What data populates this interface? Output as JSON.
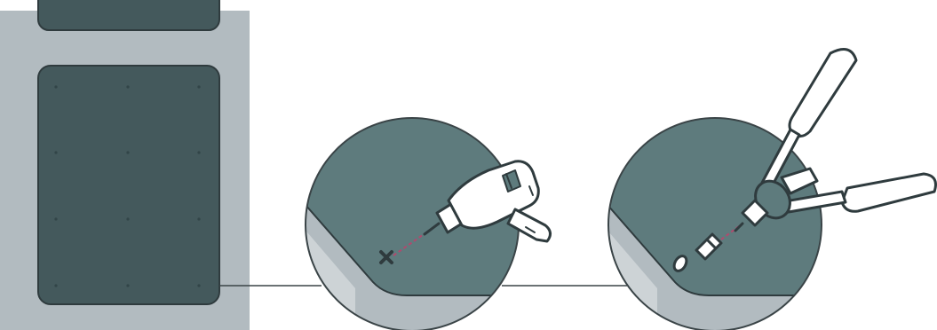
{
  "diagram": {
    "description_text": "",
    "colors": {
      "background": "#ffffff",
      "wall": "#b2bbc0",
      "panel_dark": "#44595c",
      "panel_light": "#5e7b7d",
      "outline": "#2f3b3e",
      "dots": "#324548",
      "marker_line": "#b04a6e",
      "tool_fill": "#ffffff",
      "tool_accent": "#5e7b7d"
    },
    "steps": [
      {
        "id": "panel-overview",
        "icon": "panel-with-mounting-holes-icon"
      },
      {
        "id": "step-drill",
        "icon": "power-drill-icon",
        "mark_symbol": "x"
      },
      {
        "id": "step-rivet",
        "icon": "rivet-gun-icon",
        "parts": [
          "rivet",
          "washer"
        ]
      }
    ],
    "mounting_points": {
      "columns": 3,
      "rows": 4
    }
  }
}
